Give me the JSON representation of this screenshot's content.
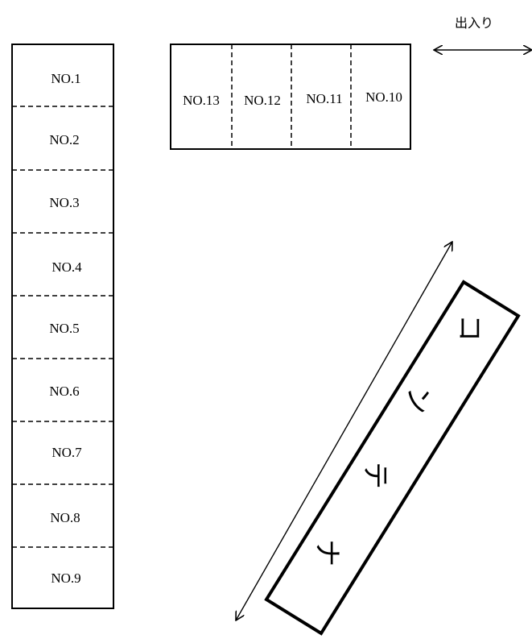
{
  "left_column": {
    "slots": [
      "NO.1",
      "NO.2",
      "NO.3",
      "NO.4",
      "NO.5",
      "NO.6",
      "NO.7",
      "NO.8",
      "NO.9"
    ]
  },
  "top_row": {
    "slots": [
      "NO.13",
      "NO.12",
      "NO.11",
      "NO.10"
    ]
  },
  "entrance": {
    "label": "出入り"
  },
  "container": {
    "chars": [
      "コ",
      "ン",
      "テ",
      "ナ"
    ]
  }
}
